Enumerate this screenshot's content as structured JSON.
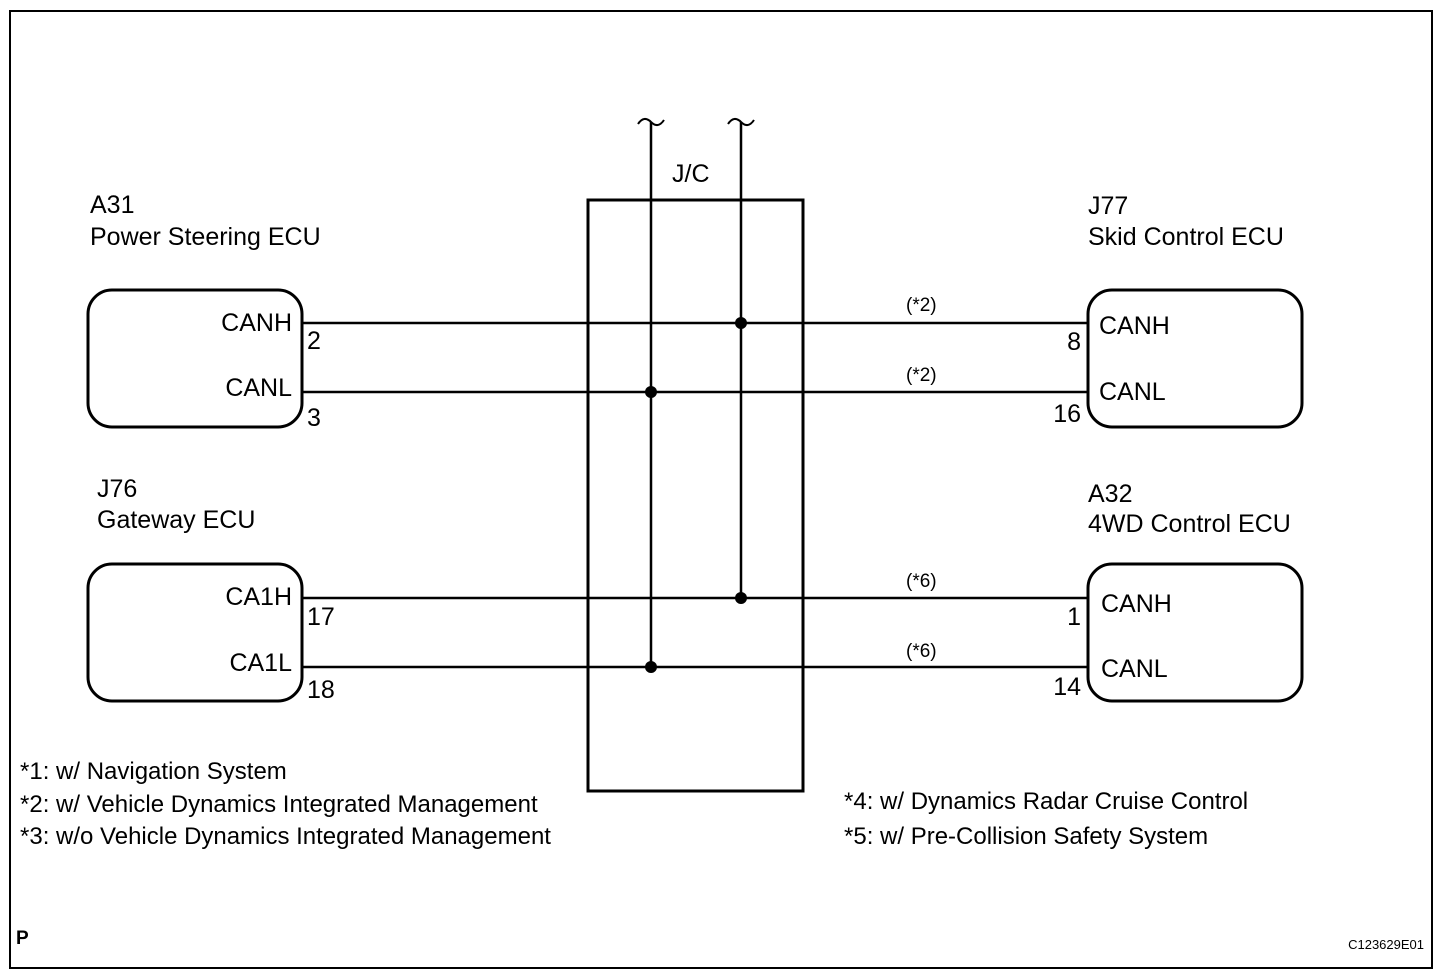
{
  "components": {
    "jc": {
      "label": "J/C"
    },
    "a31": {
      "code": "A31",
      "name": "Power Steering ECU",
      "pins": [
        {
          "signal": "CANH",
          "pin": "2"
        },
        {
          "signal": "CANL",
          "pin": "3"
        }
      ]
    },
    "j76": {
      "code": "J76",
      "name": "Gateway ECU",
      "pins": [
        {
          "signal": "CA1H",
          "pin": "17"
        },
        {
          "signal": "CA1L",
          "pin": "18"
        }
      ]
    },
    "j77": {
      "code": "J77",
      "name": "Skid Control ECU",
      "pins": [
        {
          "signal": "CANH",
          "pin": "8"
        },
        {
          "signal": "CANL",
          "pin": "16"
        }
      ]
    },
    "a32": {
      "code": "A32",
      "name": "4WD Control ECU",
      "pins": [
        {
          "signal": "CANH",
          "pin": "1"
        },
        {
          "signal": "CANL",
          "pin": "14"
        }
      ]
    }
  },
  "wire_notes": [
    "(*2)",
    "(*2)",
    "(*6)",
    "(*6)"
  ],
  "notes_left": [
    "*1: w/ Navigation System",
    "*2: w/ Vehicle Dynamics Integrated Management",
    "*3: w/o Vehicle Dynamics Integrated Management"
  ],
  "notes_right": [
    "*4: w/ Dynamics Radar Cruise Control",
    "*5: w/ Pre-Collision Safety System"
  ],
  "corner_code": "P",
  "figure_id": "C123629E01"
}
